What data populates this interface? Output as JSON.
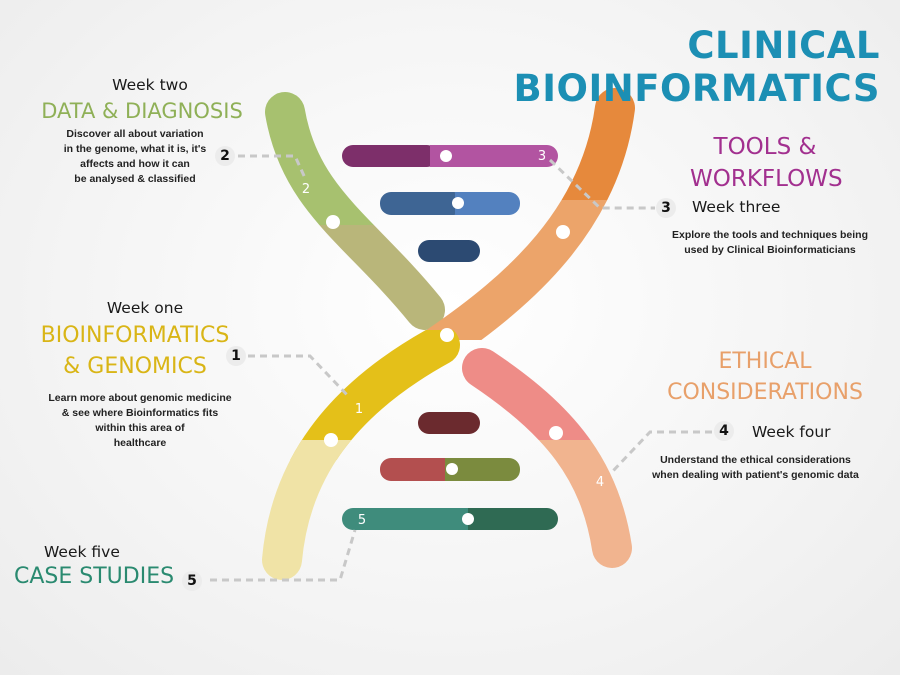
{
  "title": "CLINICAL BIOINFORMATICS",
  "colors": {
    "title": "#1c8fb4",
    "week_two": "#8fb057",
    "week_three": "#a2308f",
    "week_one": "#d9b516",
    "week_four": "#e8a06a",
    "week_five": "#2a8a70"
  },
  "sections": {
    "week_two": {
      "number": "2",
      "week": "Week two",
      "heading_lines": [
        "DATA & DIAGNOSIS"
      ],
      "description_lines": [
        "Discover all about variation",
        "in the genome, what it is, it's",
        "affects and how it can",
        "be analysed & classified"
      ]
    },
    "week_three": {
      "number": "3",
      "week": "Week three",
      "heading_lines": [
        "TOOLS &",
        "WORKFLOWS"
      ],
      "description_lines": [
        "Explore the tools and techniques being",
        "used by Clinical Bioinformaticians"
      ]
    },
    "week_one": {
      "number": "1",
      "week": "Week one",
      "heading_lines": [
        "BIOINFORMATICS",
        "& GENOMICS"
      ],
      "description_lines": [
        "Learn more about genomic medicine",
        "& see where Bioinformatics fits",
        "within this area of",
        "healthcare"
      ]
    },
    "week_four": {
      "number": "4",
      "week": "Week four",
      "heading_lines": [
        "ETHICAL",
        "CONSIDERATIONS"
      ],
      "description_lines": [
        "Understand the ethical considerations",
        "when dealing with patient's genomic data"
      ]
    },
    "week_five": {
      "number": "5",
      "week": "Week five",
      "heading_lines": [
        "CASE STUDIES"
      ],
      "description_lines": []
    }
  },
  "strand_numbers": [
    "2",
    "3",
    "1",
    "4",
    "5"
  ]
}
